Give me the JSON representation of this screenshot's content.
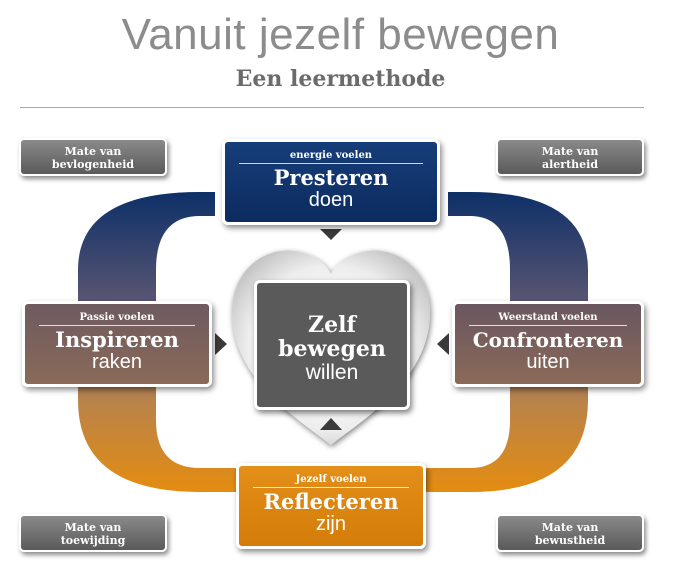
{
  "title": "Vanuit jezelf bewegen",
  "subtitle": "Een leermethode",
  "colors": {
    "navy": "#0f3168",
    "mauve": "#7a6160",
    "orange": "#e08a14",
    "center": "#5a5a5a",
    "tag": "#737373"
  },
  "nodes": {
    "top": {
      "small": "energie voelen",
      "big": "Presteren",
      "sub": "doen"
    },
    "left": {
      "small": "Passie voelen",
      "big": "Inspireren",
      "sub": "raken"
    },
    "right": {
      "small": "Weerstand  voelen",
      "big": "Confronteren",
      "sub": "uiten"
    },
    "bottom": {
      "small": "Jezelf voelen",
      "big": "Reflecteren",
      "sub": "zijn"
    },
    "center": {
      "line1": "Zelf",
      "line2": "bewegen",
      "line3": "willen"
    }
  },
  "tags": {
    "top_left": {
      "line1": "Mate van",
      "line2": "bevlogenheid"
    },
    "top_right": {
      "line1": "Mate van",
      "line2": "alertheid"
    },
    "bottom_left": {
      "line1": "Mate van",
      "line2": "toewijding"
    },
    "bottom_right": {
      "line1": "Mate van",
      "line2": "bewustheid"
    }
  },
  "icons": [
    "heart-shape",
    "arrow-triangle"
  ]
}
